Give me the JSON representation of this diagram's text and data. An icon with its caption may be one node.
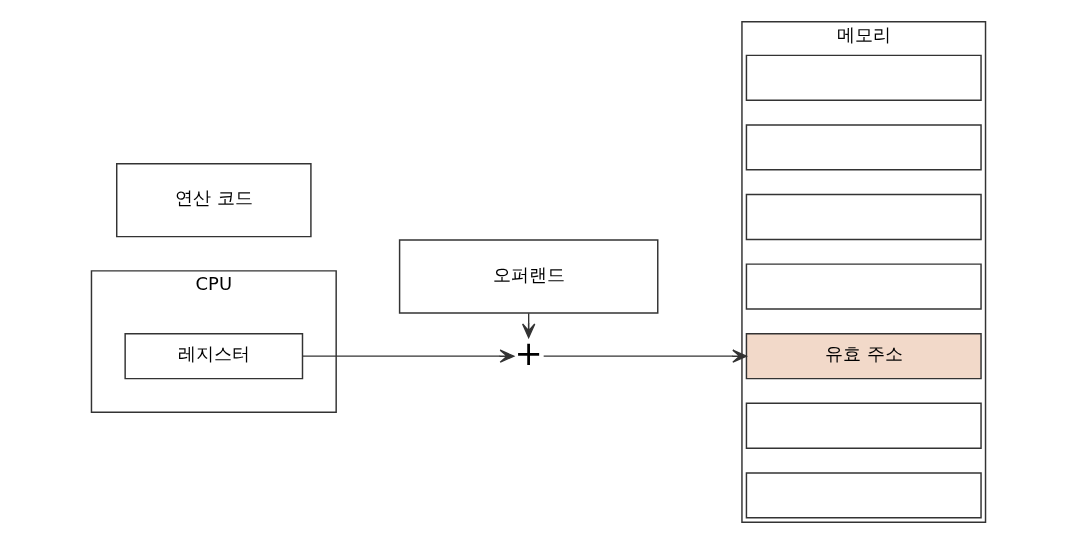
{
  "diagram": {
    "nodes": [
      {
        "text": [
          "연산 코드"
        ]
      },
      {
        "text": [
          "오퍼랜드"
        ]
      },
      {
        "text": [
          "CPU"
        ]
      },
      {
        "text": [
          "레지스터"
        ],
        "in": 2
      },
      {
        "text": [
          "+"
        ]
      },
      {
        "text": [
          "메모리"
        ]
      },
      {
        "text": [],
        "shape": "box",
        "in": 5
      },
      {
        "text": [],
        "shape": "box",
        "in": 5
      },
      {
        "text": [],
        "shape": "box",
        "in": 5
      },
      {
        "text": [],
        "shape": "box",
        "in": 5
      },
      {
        "text": [
          "유효 주소"
        ],
        "in": 5
      },
      {
        "text": [],
        "shape": "box",
        "in": 5
      },
      {
        "text": [],
        "shape": "box",
        "in": 5
      }
    ],
    "edges": [
      {
        "from": 1,
        "to": 4,
        "arrow": "to"
      },
      {
        "from": 3,
        "to": 4,
        "arrow": "to"
      },
      {
        "from": 4,
        "to": 10,
        "arrow": "to"
      }
    ]
  }
}
